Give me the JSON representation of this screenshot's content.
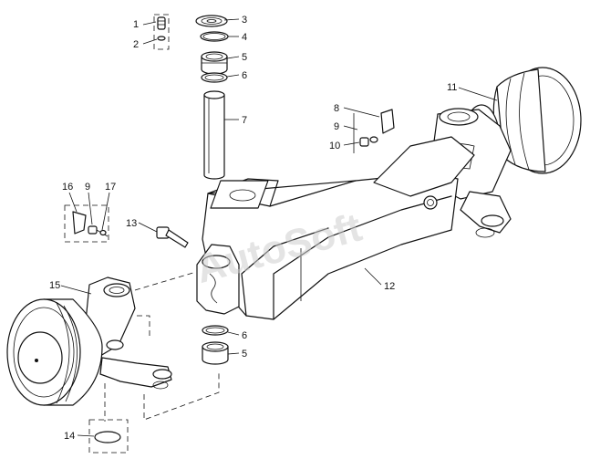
{
  "watermark": "AutoSoft",
  "callouts": [
    {
      "key": "c1",
      "text": "1"
    },
    {
      "key": "c2",
      "text": "2"
    },
    {
      "key": "c3",
      "text": "3"
    },
    {
      "key": "c4",
      "text": "4"
    },
    {
      "key": "c5a",
      "text": "5"
    },
    {
      "key": "c6a",
      "text": "6"
    },
    {
      "key": "c7",
      "text": "7"
    },
    {
      "key": "c8",
      "text": "8"
    },
    {
      "key": "c9a",
      "text": "9"
    },
    {
      "key": "c10",
      "text": "10"
    },
    {
      "key": "c11",
      "text": "11"
    },
    {
      "key": "c12",
      "text": "12"
    },
    {
      "key": "c13",
      "text": "13"
    },
    {
      "key": "c14",
      "text": "14"
    },
    {
      "key": "c15",
      "text": "15"
    },
    {
      "key": "c16",
      "text": "16"
    },
    {
      "key": "c9b",
      "text": "9"
    },
    {
      "key": "c17",
      "text": "17"
    },
    {
      "key": "c6b",
      "text": "6"
    },
    {
      "key": "c5b",
      "text": "5"
    }
  ],
  "colors": {
    "line": "#111111",
    "watermark": "#cfcfcf"
  }
}
